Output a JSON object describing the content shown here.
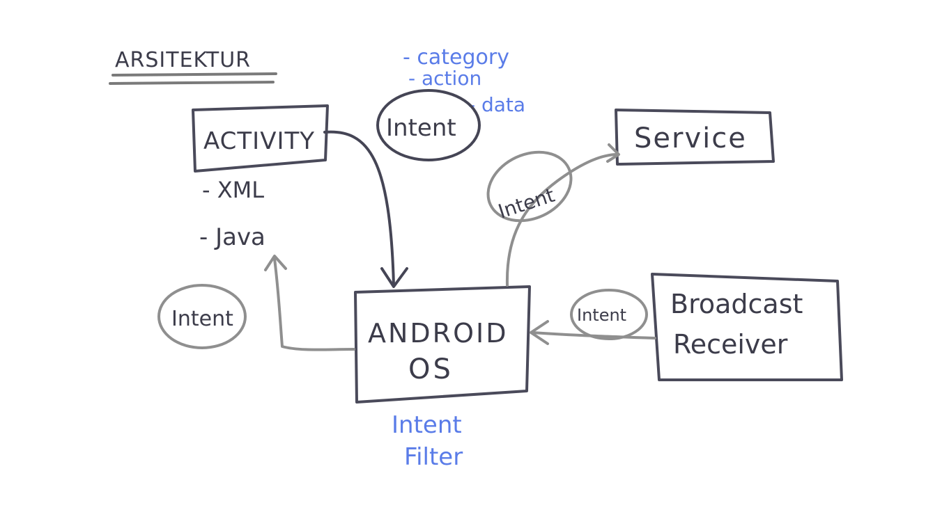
{
  "title": "ARSITEKTUR",
  "nodes": {
    "activity": "ACTIVITY",
    "service": "Service",
    "android_line1": "ANDROID",
    "android_line2": "OS",
    "receiver_line1": "Broadcast",
    "receiver_line2": "Receiver"
  },
  "activity_notes": [
    "- XML",
    "- Java"
  ],
  "intent_attributes": [
    "- category",
    "- action",
    "- data"
  ],
  "intent_labels": {
    "center": "Intent",
    "service": "Intent",
    "left": "Intent",
    "receiver": "Intent"
  },
  "filter_line1": "Intent",
  "filter_line2": "Filter",
  "colors": {
    "ink": "#3c3c4a",
    "box_stroke": "#4a4a5a",
    "blue_ink": "#5a7ce8",
    "gray_stroke": "#8f8f8f",
    "dark_stroke": "#454555"
  }
}
